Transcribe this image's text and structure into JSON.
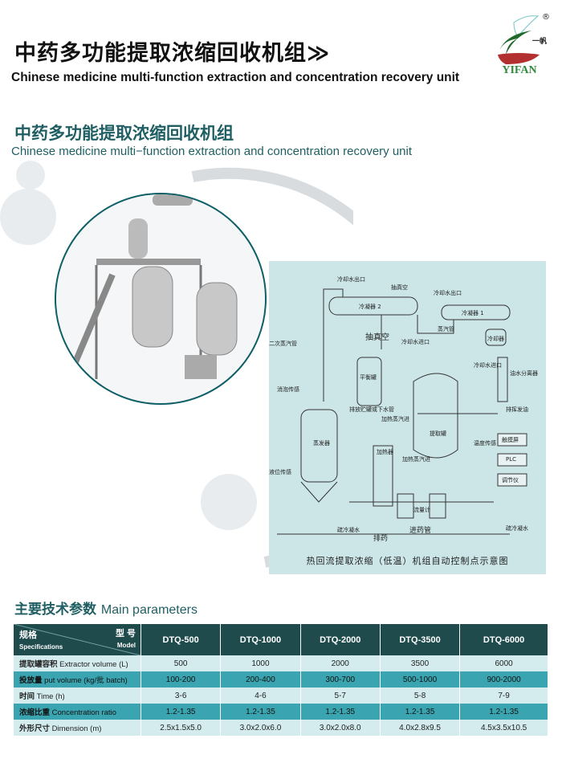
{
  "header": {
    "title_cn": "中药多功能提取浓缩回收机组",
    "arrows": "≫",
    "title_en": "Chinese medicine multi-function extraction and concentration recovery unit"
  },
  "logo": {
    "brand": "YIFAN",
    "cn": "一帆",
    "registered": "®"
  },
  "section": {
    "title_cn": "中药多功能提取浓缩回收机组",
    "title_en": "Chinese medicine multi−function extraction and concentration recovery unit"
  },
  "diagram": {
    "caption": "热回流提取浓缩（低温）机组自动控制点示意图",
    "labels": {
      "cw_out1": "冷却水出口",
      "vacuum1": "抽真空",
      "condenser2": "冷凝器 2",
      "cw_out2": "冷却水出口",
      "condenser1": "冷凝器 1",
      "secondary_steam": "二次蒸汽管",
      "vacuum2": "抽真空",
      "cw_in1": "冷却水进口",
      "steam_pipe": "蒸汽管",
      "cooler": "冷却器",
      "cw_in2": "冷却水进口",
      "oil_water_separator": "油水分离器",
      "balance_tank": "平衡罐",
      "foam_sensor": "消泡传感",
      "drain": "排放贮罐或下水管",
      "heating_steam_in1": "加热蒸汽进",
      "volatile_oil": "排挥发油",
      "evaporator": "蒸发器",
      "heater": "加热器",
      "heating_steam_in2": "加热蒸汽进",
      "extraction_tank": "提取罐",
      "temp_sensor": "温度传感",
      "touchscreen": "触摸屏",
      "plc": "PLC",
      "regulator": "调节仪",
      "level_sensor": "液位传感",
      "flowmeter": "流量计",
      "condensate1": "疏冷凝水",
      "discharge": "排药",
      "feed_pipe": "进药管",
      "condensate2": "疏冷凝水"
    }
  },
  "params": {
    "title_cn": "主要技术参数",
    "title_en": "Main parameters",
    "corner": {
      "spec_cn": "规格",
      "spec_en": "Specifications",
      "model_cn": "型 号",
      "model_en": "Model"
    },
    "models": [
      "DTQ-500",
      "DTQ-1000",
      "DTQ-2000",
      "DTQ-3500",
      "DTQ-6000"
    ],
    "rows": [
      {
        "cn": "提取罐容积",
        "en": "Extractor volume (L)",
        "values": [
          "500",
          "1000",
          "2000",
          "3500",
          "6000"
        ]
      },
      {
        "cn": "投放量",
        "en": "put volume (kg/批 batch)",
        "values": [
          "100-200",
          "200-400",
          "300-700",
          "500-1000",
          "900-2000"
        ]
      },
      {
        "cn": "时间",
        "en": "Time (h)",
        "values": [
          "3-6",
          "4-6",
          "5-7",
          "5-8",
          "7-9"
        ]
      },
      {
        "cn": "浓缩比重",
        "en": "Concentration ratio",
        "values": [
          "1.2-1.35",
          "1.2-1.35",
          "1.2-1.35",
          "1.2-1.35",
          "1.2-1.35"
        ]
      },
      {
        "cn": "外形尺寸",
        "en": "Dimension (m)",
        "values": [
          "2.5x1.5x5.0",
          "3.0x2.0x6.0",
          "3.0x2.0x8.0",
          "4.0x2.8x9.5",
          "4.5x3.5x10.5"
        ]
      }
    ]
  }
}
